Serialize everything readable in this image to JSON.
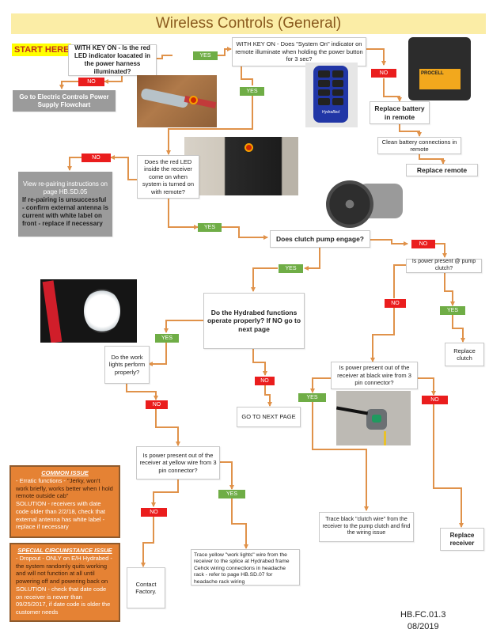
{
  "title": "Wireless Controls (General)",
  "start_label": "START HERE",
  "tags": {
    "yes": "YES",
    "no": "NO"
  },
  "nodes": {
    "q_power_led": "WITH KEY ON - Is the red LED indicator loacated in the power harness illuminated?",
    "go_power_flowchart": "Go to Electric Controls Power Supply Flowchart",
    "q_system_on": "WITH KEY ON - Does \"System On\" indicator on remote illuminate when holding the power button for 3 sec?",
    "replace_battery": "Replace battery in remote",
    "clean_battery": "Clean battery connections in remote",
    "replace_remote": "Replace remote",
    "q_receiver_led": "Does the red LED inside the receiver come on when system is turned on with remote?",
    "repair_line1": "View re-pairing instructions on page HB.SD.05",
    "repair_line2": "If re-pairing is unsuccessful - confirm external antenna is current with white label on front - replace if necessary",
    "q_clutch_engage": "Does clutch pump engage?",
    "q_power_pump": "Is power  present @ pump clutch?",
    "replace_clutch": "Replace clutch",
    "q_hydrabed": "Do the Hydrabed functions operate properly? If NO go to next page",
    "go_next_page": "GO TO NEXT PAGE",
    "q_work_lights": "Do the work lights perform properly?",
    "q_black_wire": "Is power present out of the receiver at black wire from 3 pin connector?",
    "trace_black": "Trace black \"clutch wire\" from the receiver to the pump clutch and find the wiring issue",
    "replace_receiver": "Replace receiver",
    "q_yellow_wire": "Is power present out of the receiver at yellow wire from 3 pin connector?",
    "contact_factory": "Contact Factory.",
    "trace_yellow": "Trace yellow \"work lights\" wire from the receiver to the splice at Hydrabed frame Cehck wiring connections in headache rack - refer to page HB.SD.07 for headache rack wiring"
  },
  "common_issue": {
    "header": "COMMON ISSUE",
    "part1": "- Erratic functions - ",
    "part2": "\"Jerky, won't work briefly, works better when I hold remote outside cab\"",
    "part3": "SOLUTION - receivers with date code older than 2/2/18, check that external antenna has white label - replace if necessary"
  },
  "special_issue": {
    "header": "SPECIAL CIRCUMSTANCE ISSUE",
    "part1": "- Dropout - ONLY on E/H Hydrabed - ",
    "part2": "the system randomly quits working and will not function at all until powering off and powering back on ",
    "part3": "SOLUTION - check that date code on receiver is newer than 09/25/2017, if date code is older the customer needs"
  },
  "remote_brand": "HydraBed",
  "battery_brand": "PROCELL",
  "footer": {
    "code": "HB.FC.01.3",
    "date": "08/2019"
  },
  "colors": {
    "title_bg": "#fbeda6",
    "title_text": "#8a5a1e",
    "connector": "#e0924a",
    "yes": "#6fad46",
    "no": "#ea1d1d",
    "note_bg": "#e58234",
    "gray_box": "#9b9b9b"
  }
}
